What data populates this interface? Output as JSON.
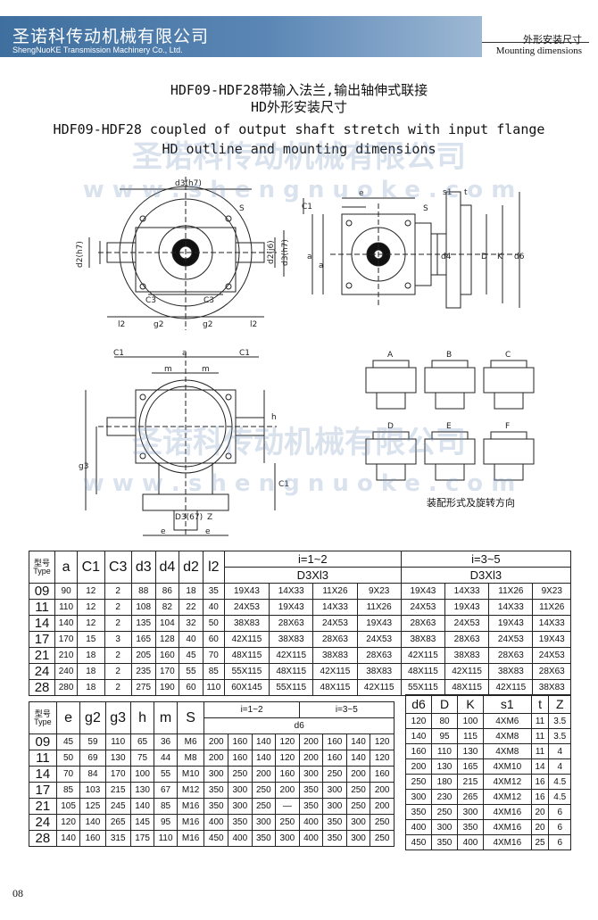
{
  "header": {
    "company_cn": "圣诺科传动机械有限公司",
    "company_en": "ShengNuoKE Transmission Machinery Co., Ltd.",
    "section_cn": "外形安装尺寸",
    "section_en": "Mounting dimensions"
  },
  "titles": {
    "cn_line1": "HDF09-HDF28带输入法兰,输出轴伸式联接",
    "cn_line2": "HD外形安装尺寸",
    "en_line1": "HDF09-HDF28  coupled of output shaft stretch with input flange",
    "en_line2": "HD outline and mounting dimensions"
  },
  "watermark": {
    "cn": "圣诺科传动机械有限公司",
    "en": "w w w . s h e n g n u o k e . c o m"
  },
  "drawing_labels": {
    "d3h7": "d3(h7)",
    "S": "S",
    "d2h7": "d2(h7)",
    "d2j6": "d2(j6)",
    "d3h7b": "d3(h7)",
    "C3": "C3",
    "l2": "l2",
    "g2": "g2",
    "e": "e",
    "C1": "C1",
    "a": "a",
    "s1": "s1",
    "t": "t",
    "d4": "d4",
    "D": "D",
    "K": "K",
    "d6": "d6",
    "m": "m",
    "h": "h",
    "g3": "g3",
    "D3_67": "D3(67)",
    "Z": "Z",
    "A": "A",
    "B": "B",
    "C": "C",
    "D_assy": "D",
    "E": "E",
    "F": "F"
  },
  "assembly_label": "装配形式及旋转方向",
  "table1": {
    "type_label_top": "型号",
    "type_label_bottom": "Type",
    "headers": [
      "a",
      "C1",
      "C3",
      "d3",
      "d4",
      "d2",
      "l2"
    ],
    "group_left": "i=1~2",
    "group_right": "i=3~5",
    "sub_left": "D3Xl3",
    "sub_right": "D3Xl3",
    "rows": [
      [
        "09",
        "90",
        "12",
        "2",
        "88",
        "86",
        "18",
        "35",
        "19X43",
        "14X33",
        "11X26",
        "9X23",
        "19X43",
        "14X33",
        "11X26",
        "9X23"
      ],
      [
        "11",
        "110",
        "12",
        "2",
        "108",
        "82",
        "22",
        "40",
        "24X53",
        "19X43",
        "14X33",
        "11X26",
        "24X53",
        "19X43",
        "14X33",
        "11X26"
      ],
      [
        "14",
        "140",
        "12",
        "2",
        "135",
        "104",
        "32",
        "50",
        "38X83",
        "28X63",
        "24X53",
        "19X43",
        "28X63",
        "24X53",
        "19X43",
        "14X33"
      ],
      [
        "17",
        "170",
        "15",
        "3",
        "165",
        "128",
        "40",
        "60",
        "42X115",
        "38X83",
        "28X63",
        "24X53",
        "38X83",
        "28X63",
        "24X53",
        "19X43"
      ],
      [
        "21",
        "210",
        "18",
        "2",
        "205",
        "160",
        "45",
        "70",
        "48X115",
        "42X115",
        "38X83",
        "28X63",
        "42X115",
        "38X83",
        "28X63",
        "24X53"
      ],
      [
        "24",
        "240",
        "18",
        "2",
        "235",
        "170",
        "55",
        "85",
        "55X115",
        "48X115",
        "42X115",
        "38X83",
        "48X115",
        "42X115",
        "38X83",
        "28X63"
      ],
      [
        "28",
        "280",
        "18",
        "2",
        "275",
        "190",
        "60",
        "110",
        "60X145",
        "55X115",
        "48X115",
        "42X115",
        "55X115",
        "48X115",
        "42X115",
        "38X83"
      ]
    ]
  },
  "table2": {
    "type_label_top": "型号",
    "type_label_bottom": "Type",
    "headers": [
      "e",
      "g2",
      "g3",
      "h",
      "m",
      "S"
    ],
    "group_left": "i=1~2",
    "group_right": "i=3~5",
    "sub": "d6",
    "rows": [
      [
        "09",
        "45",
        "59",
        "110",
        "65",
        "36",
        "M6",
        "200",
        "160",
        "140",
        "120",
        "200",
        "160",
        "140",
        "120"
      ],
      [
        "11",
        "50",
        "69",
        "130",
        "75",
        "44",
        "M8",
        "200",
        "160",
        "140",
        "120",
        "200",
        "160",
        "140",
        "120"
      ],
      [
        "14",
        "70",
        "84",
        "170",
        "100",
        "55",
        "M10",
        "300",
        "250",
        "200",
        "160",
        "300",
        "250",
        "200",
        "160"
      ],
      [
        "17",
        "85",
        "103",
        "215",
        "130",
        "67",
        "M12",
        "350",
        "300",
        "250",
        "200",
        "350",
        "300",
        "250",
        "200"
      ],
      [
        "21",
        "105",
        "125",
        "245",
        "140",
        "85",
        "M16",
        "350",
        "300",
        "250",
        "—",
        "350",
        "300",
        "250",
        "200"
      ],
      [
        "24",
        "120",
        "140",
        "265",
        "145",
        "95",
        "M16",
        "400",
        "350",
        "300",
        "250",
        "400",
        "350",
        "300",
        "250"
      ],
      [
        "28",
        "140",
        "160",
        "315",
        "175",
        "110",
        "M16",
        "450",
        "400",
        "350",
        "300",
        "400",
        "350",
        "300",
        "250"
      ]
    ]
  },
  "table3": {
    "headers": [
      "d6",
      "D",
      "K",
      "s1",
      "t",
      "Z"
    ],
    "rows": [
      [
        "120",
        "80",
        "100",
        "4XM6",
        "11",
        "3.5"
      ],
      [
        "140",
        "95",
        "115",
        "4XM8",
        "11",
        "3.5"
      ],
      [
        "160",
        "110",
        "130",
        "4XM8",
        "11",
        "4"
      ],
      [
        "200",
        "130",
        "165",
        "4XM10",
        "14",
        "4"
      ],
      [
        "250",
        "180",
        "215",
        "4XM12",
        "16",
        "4.5"
      ],
      [
        "300",
        "230",
        "265",
        "4XM12",
        "16",
        "4.5"
      ],
      [
        "350",
        "250",
        "300",
        "4XM16",
        "20",
        "6"
      ],
      [
        "400",
        "300",
        "350",
        "4XM16",
        "20",
        "6"
      ],
      [
        "450",
        "350",
        "400",
        "4XM16",
        "25",
        "6"
      ]
    ]
  },
  "page_number": "08"
}
